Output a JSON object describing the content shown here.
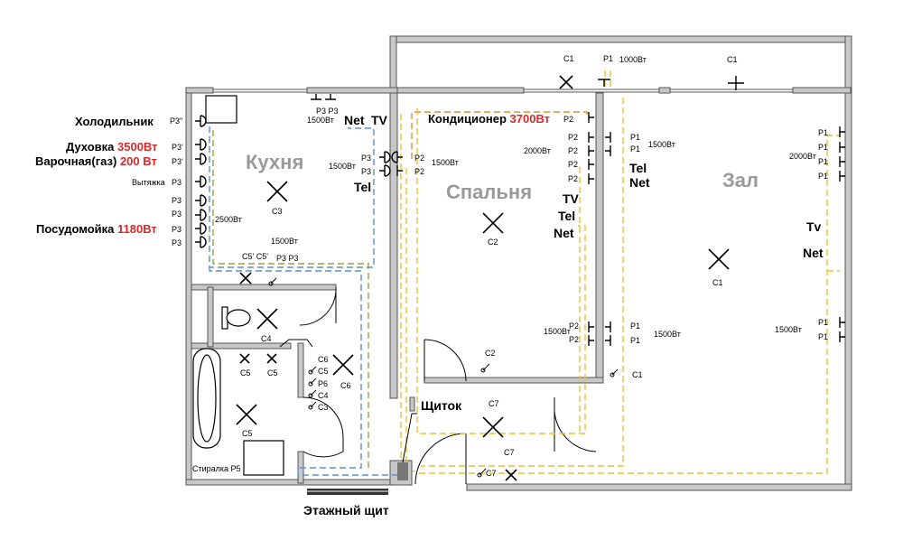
{
  "rooms": {
    "kitchen": "Кухня",
    "bedroom": "Спальня",
    "hall": "Зал"
  },
  "appliances": {
    "fridge": "Холодильник",
    "fridge_code": "P3\"",
    "oven_name": "Духовка ",
    "oven_power": "3500Вт",
    "oven_code": "P3'",
    "hob_name": "Варочная(газ) ",
    "hob_power": "200 Вт",
    "hob_code": "P3'",
    "hood": "Вытяжка",
    "hood_code": "P3",
    "dishwasher_name": "Посудомойка ",
    "dishwasher_power": "1180Вт",
    "washer": "Стиралка P5",
    "aircon_name": "Кондиционер ",
    "aircon_power": "3700Вт",
    "aircon_code": "P2"
  },
  "texts": {
    "p3": "P3",
    "p2": "P2",
    "p1": "P1",
    "p6": "P6",
    "c1": "C1",
    "c2": "C2",
    "c3": "C3",
    "c4": "C4",
    "c5": "C5",
    "c6": "C6",
    "c7": "C7",
    "c5p": "C5'",
    "w1000": "1000Вт",
    "w1500": "1500Вт",
    "w2000": "2000Вт",
    "w2500": "2500Вт",
    "net": "Net",
    "tv_up": "TV",
    "tv": "TV",
    "tv_hall": "Tv",
    "tel": "Tel",
    "panel": "Щиток",
    "floor_panel": "Этажный щит",
    "p3p3": "P3 P3",
    "p3p3b": "P3  P3"
  }
}
